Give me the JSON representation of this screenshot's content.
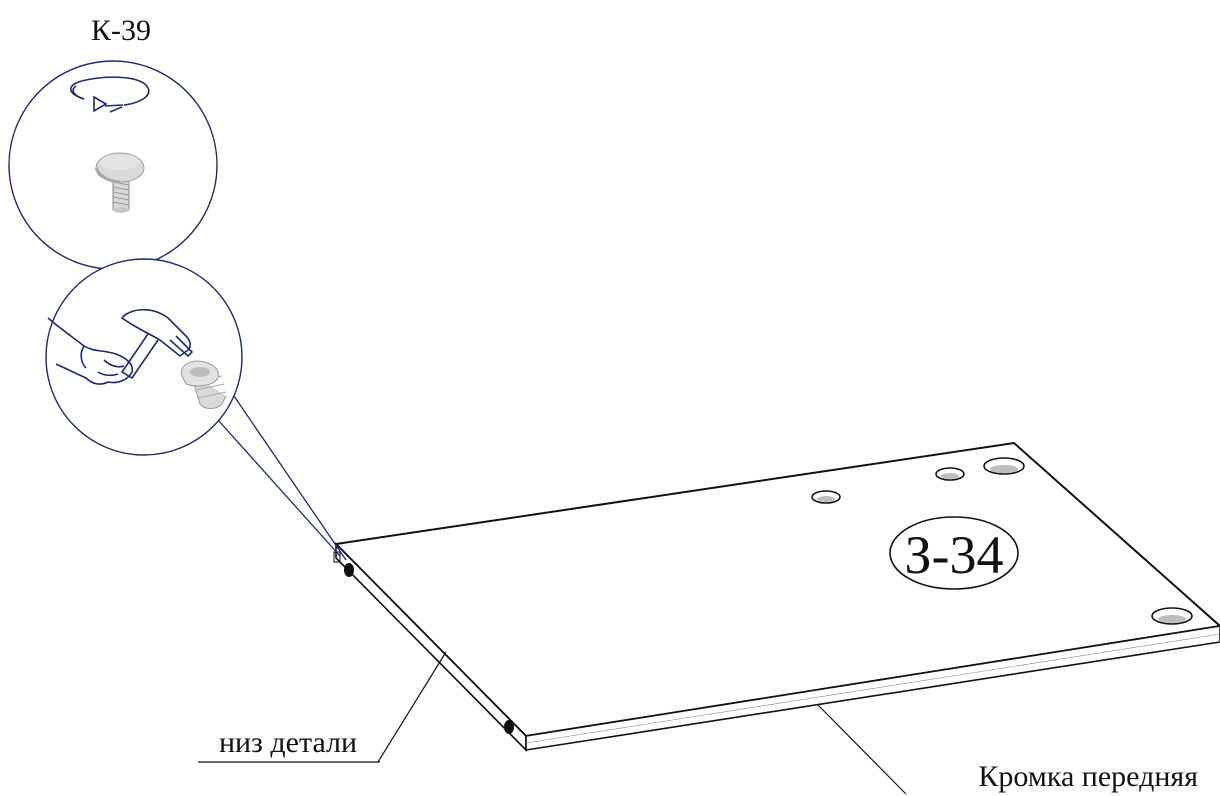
{
  "labels": {
    "fastener_code": "К-39",
    "part_code": "З-34",
    "bottom_side": "низ детали",
    "front_edge": "Кромка передняя"
  },
  "colors": {
    "ink": "#111111",
    "callout_line": "#1c2a6e",
    "hardware_fill": "#d9d9d9",
    "hardware_shade": "#a8a8a8",
    "hole_fill": "#bdbdbd",
    "dowel_dot": "#111111"
  },
  "icons": {
    "rotation": "rotate-arrow-icon",
    "adjuster": "leveling-foot-icon",
    "hammer": "hammer-icon",
    "insert": "furniture-insert-icon"
  }
}
